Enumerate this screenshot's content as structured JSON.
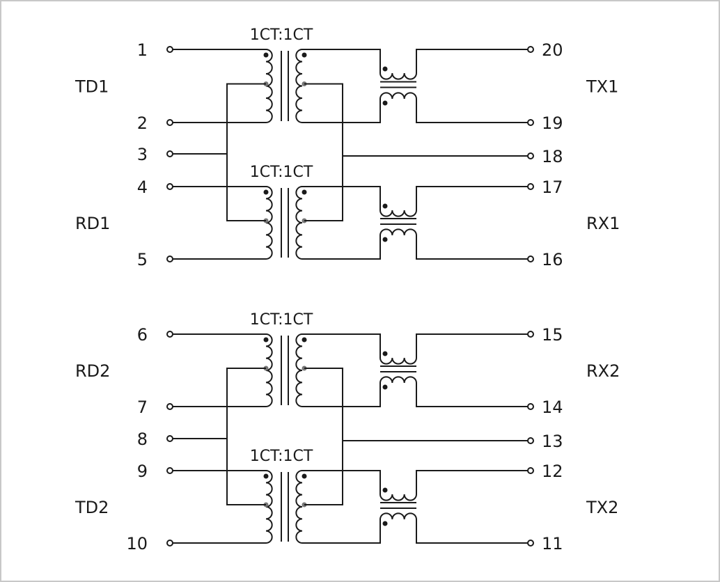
{
  "colors": {
    "wire": "#1a1a1a",
    "background": "#ffffff",
    "frame": "#c8c8c8",
    "tap_dot": "#777777"
  },
  "ratio_labels": [
    "1CT:1CT",
    "1CT:1CT",
    "1CT:1CT",
    "1CT:1CT"
  ],
  "channel_labels": {
    "left": [
      "TD1",
      "RD1",
      "RD2",
      "TD2"
    ],
    "right": [
      "TX1",
      "RX1",
      "RX2",
      "TX2"
    ]
  },
  "pins": {
    "left": [
      "1",
      "2",
      "3",
      "4",
      "5",
      "6",
      "7",
      "8",
      "9",
      "10"
    ],
    "right": [
      "20",
      "19",
      "18",
      "17",
      "16",
      "15",
      "14",
      "13",
      "12",
      "11"
    ]
  }
}
